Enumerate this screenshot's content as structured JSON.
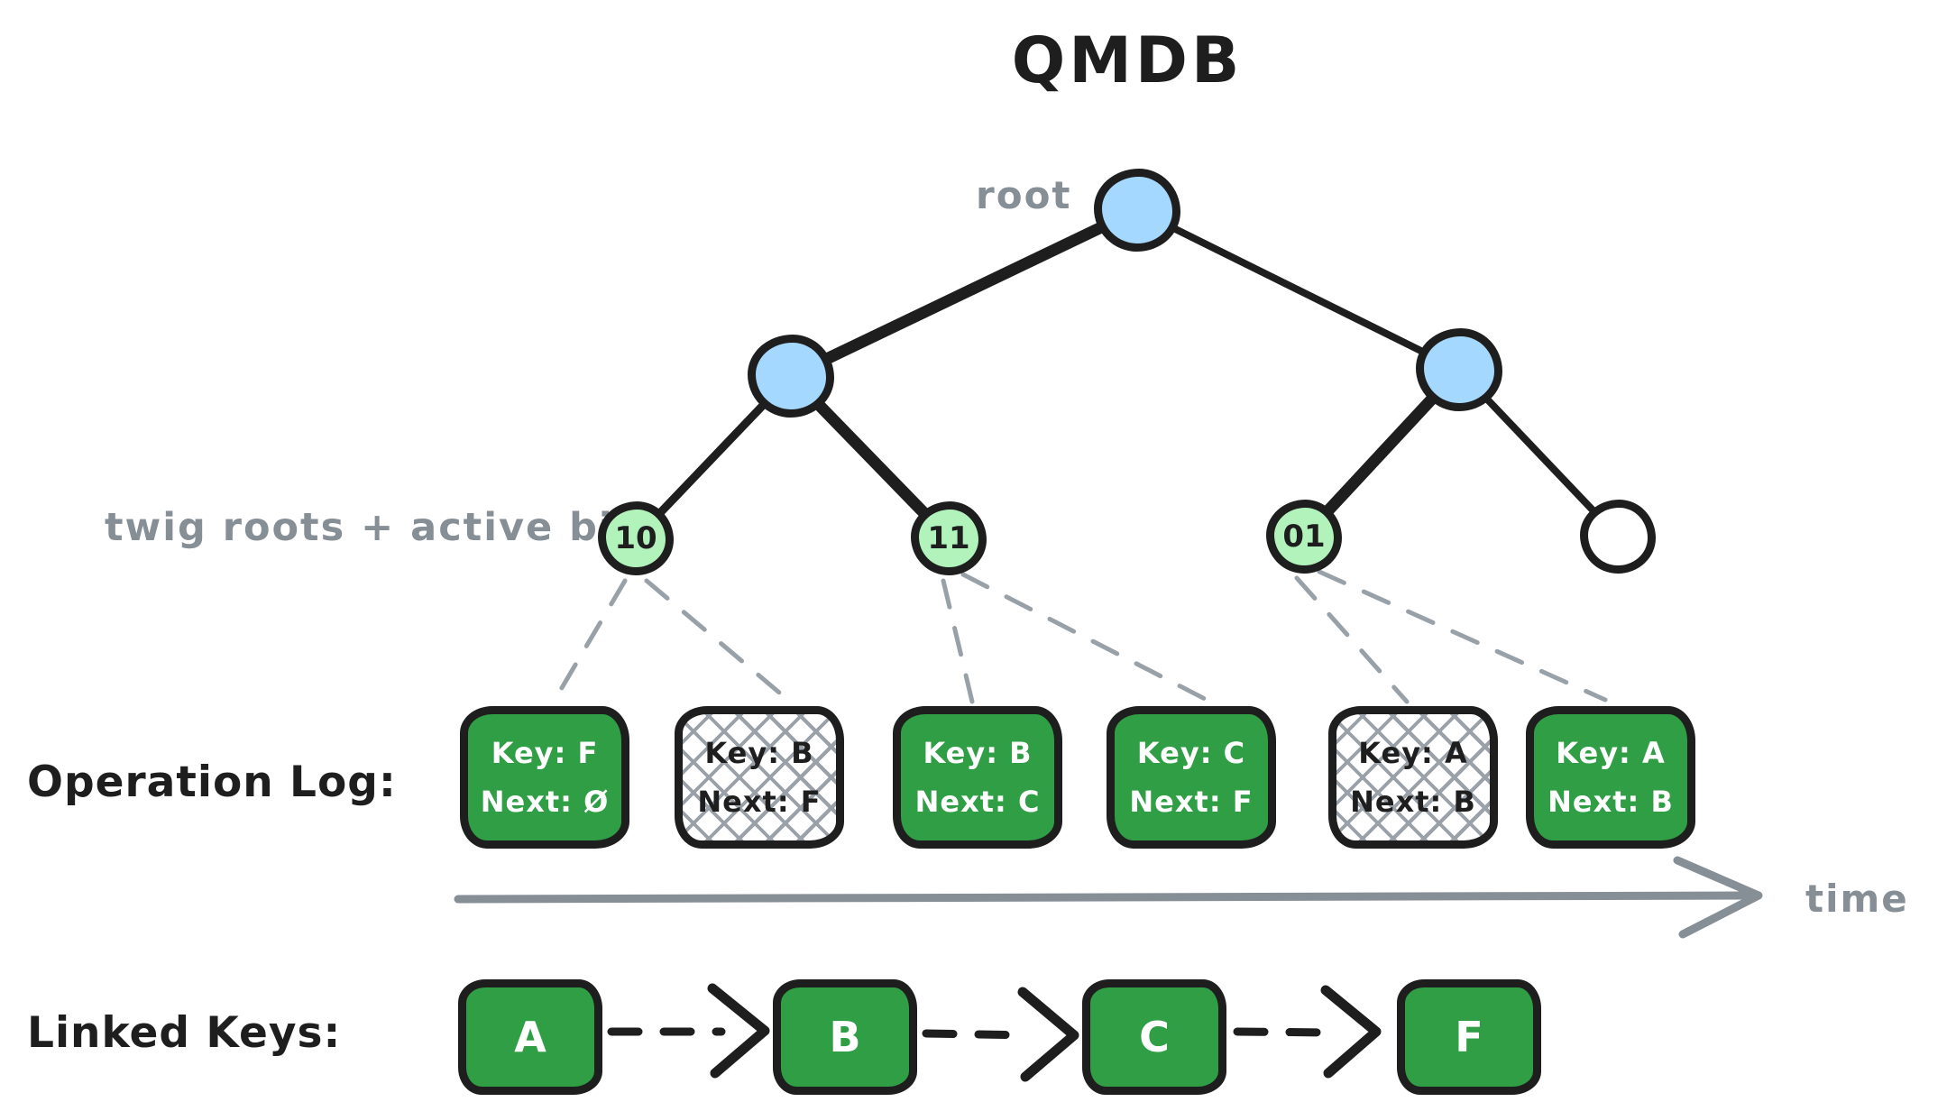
{
  "title": "QMDB",
  "labels": {
    "root": "root",
    "twig": "twig roots + active bits",
    "operation_log": "Operation Log:",
    "linked_keys": "Linked Keys:",
    "time": "time"
  },
  "tree": {
    "twigs": [
      {
        "bits": "10"
      },
      {
        "bits": "11"
      },
      {
        "bits": "01"
      },
      {
        "bits": ""
      }
    ]
  },
  "operation_log": {
    "entries": [
      {
        "key": "Key: F",
        "next": "Next: Ø",
        "variant": "active"
      },
      {
        "key": "Key: B",
        "next": "Next: F",
        "variant": "stale"
      },
      {
        "key": "Key: B",
        "next": "Next: C",
        "variant": "active"
      },
      {
        "key": "Key: C",
        "next": "Next: F",
        "variant": "active"
      },
      {
        "key": "Key: A",
        "next": "Next: B",
        "variant": "stale"
      },
      {
        "key": "Key: A",
        "next": "Next: B",
        "variant": "active"
      }
    ]
  },
  "linked_keys": {
    "keys": [
      "A",
      "B",
      "C",
      "F"
    ]
  },
  "colors": {
    "node_blue": "#a5d8ff",
    "twig_green": "#b2f2bb",
    "entry_green": "#2f9e44",
    "stroke_black": "#1e1e1e",
    "gray": "#868e96"
  }
}
